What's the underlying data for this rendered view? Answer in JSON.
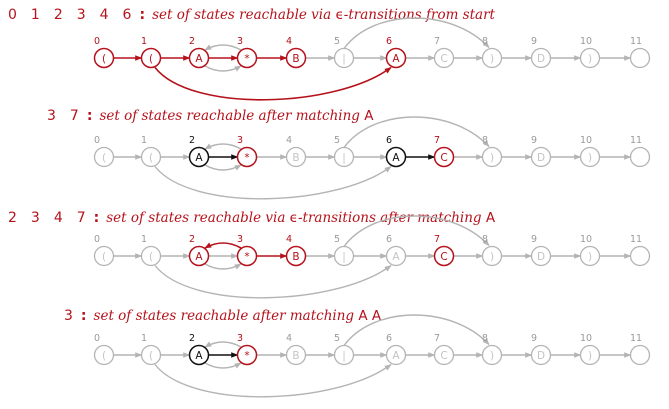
{
  "colors": {
    "red": "#b5121b",
    "black": "#111111",
    "gray": "#b4b4b4",
    "gray_text": "#9a9a9a",
    "gray_label": "#c4c4c4"
  },
  "node_labels": [
    "(",
    "(",
    "A",
    "*",
    "B",
    "|",
    "A",
    "C",
    ")",
    "D",
    ")",
    ""
  ],
  "node_indices": [
    "0",
    "1",
    "2",
    "3",
    "4",
    "5",
    "6",
    "7",
    "8",
    "9",
    "10",
    "11"
  ],
  "rows": [
    {
      "numbers": "0 1 2 3 4 6",
      "colon": ":",
      "text_parts": [
        {
          "text": "set of states reachable via ",
          "sym": false
        },
        {
          "text": "ϵ",
          "sym": true
        },
        {
          "text": "-transitions from start",
          "sym": false
        }
      ],
      "red": [
        0,
        1,
        2,
        3,
        4,
        6
      ],
      "black": [],
      "red_edges": [
        "m01",
        "e12",
        "e23",
        "e34",
        "b1_6"
      ],
      "black_edges": []
    },
    {
      "numbers": "3 7",
      "colon": ":",
      "text_parts": [
        {
          "text": "set of states reachable after matching ",
          "sym": false
        },
        {
          "text": "A",
          "sym": true
        }
      ],
      "red": [
        3,
        7
      ],
      "black": [
        2,
        6
      ],
      "red_edges": [],
      "black_edges": [
        "m23",
        "m67"
      ]
    },
    {
      "numbers": "2 3 4 7",
      "colon": ":",
      "text_parts": [
        {
          "text": "set of states reachable via ",
          "sym": false
        },
        {
          "text": "ϵ",
          "sym": true
        },
        {
          "text": "-transitions after matching ",
          "sym": false
        },
        {
          "text": "A",
          "sym": true
        }
      ],
      "red": [
        2,
        3,
        4,
        7
      ],
      "black": [],
      "red_edges": [
        "e34",
        "loop32"
      ],
      "black_edges": []
    },
    {
      "numbers": "3",
      "colon": ":",
      "text_parts": [
        {
          "text": "set of states reachable after matching ",
          "sym": false
        },
        {
          "text": "A  A",
          "sym": true
        }
      ],
      "red": [
        3
      ],
      "black": [
        2
      ],
      "red_edges": [],
      "black_edges": [
        "m23"
      ]
    }
  ]
}
